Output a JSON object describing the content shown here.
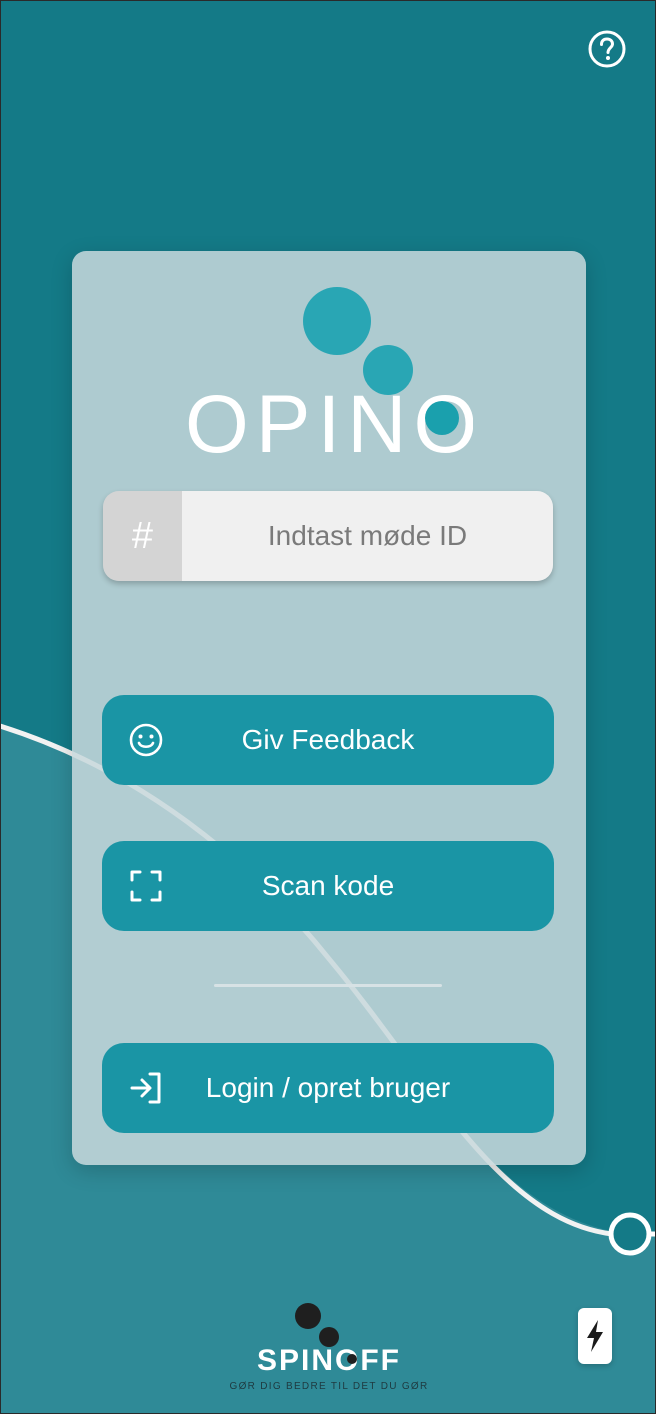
{
  "app": {
    "logo_text": "OPINO",
    "help_icon": "help-circle-icon"
  },
  "meeting_id": {
    "prefix": "#",
    "placeholder": "Indtast møde ID",
    "value": ""
  },
  "actions": {
    "feedback": {
      "label": "Giv Feedback",
      "icon": "smiley-icon"
    },
    "scan": {
      "label": "Scan kode",
      "icon": "scan-frame-icon"
    },
    "login": {
      "label": "Login / opret bruger",
      "icon": "login-arrow-icon"
    }
  },
  "footer": {
    "brand": "SPINOFF",
    "tagline": "GØR DIG BEDRE TIL DET DU GØR",
    "quick_icon": "lightning-icon"
  },
  "colors": {
    "background": "#147a87",
    "accent": "#1a95a5",
    "logo_circle": "#29a6b4",
    "card": "#c8d8dc"
  }
}
